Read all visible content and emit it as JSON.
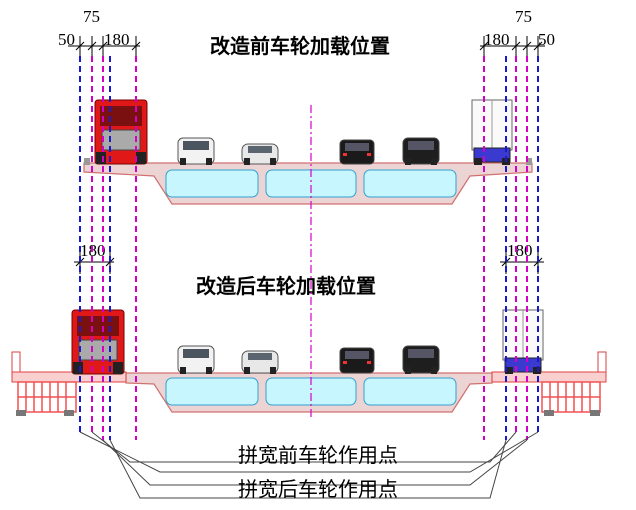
{
  "titles": {
    "before": "改造前车轮加载位置",
    "after": "改造后车轮加载位置"
  },
  "dimensions": {
    "top_left": [
      "50",
      "75",
      "180"
    ],
    "top_right": [
      "180",
      "75",
      "50"
    ],
    "mid_left": "180",
    "mid_right": "180"
  },
  "captions": {
    "front": "拼宽前车轮作用点",
    "rear": "拼宽后车轮作用点"
  },
  "colors": {
    "front_line": "#1a1acc",
    "rear_line": "#d400c8",
    "center_line": "#d400c8",
    "deck": "#e8c8c8",
    "deck_edge": "#d07070",
    "cell": "#b8f0ff",
    "truck_red": "#e01818",
    "widening": "#f06060"
  }
}
